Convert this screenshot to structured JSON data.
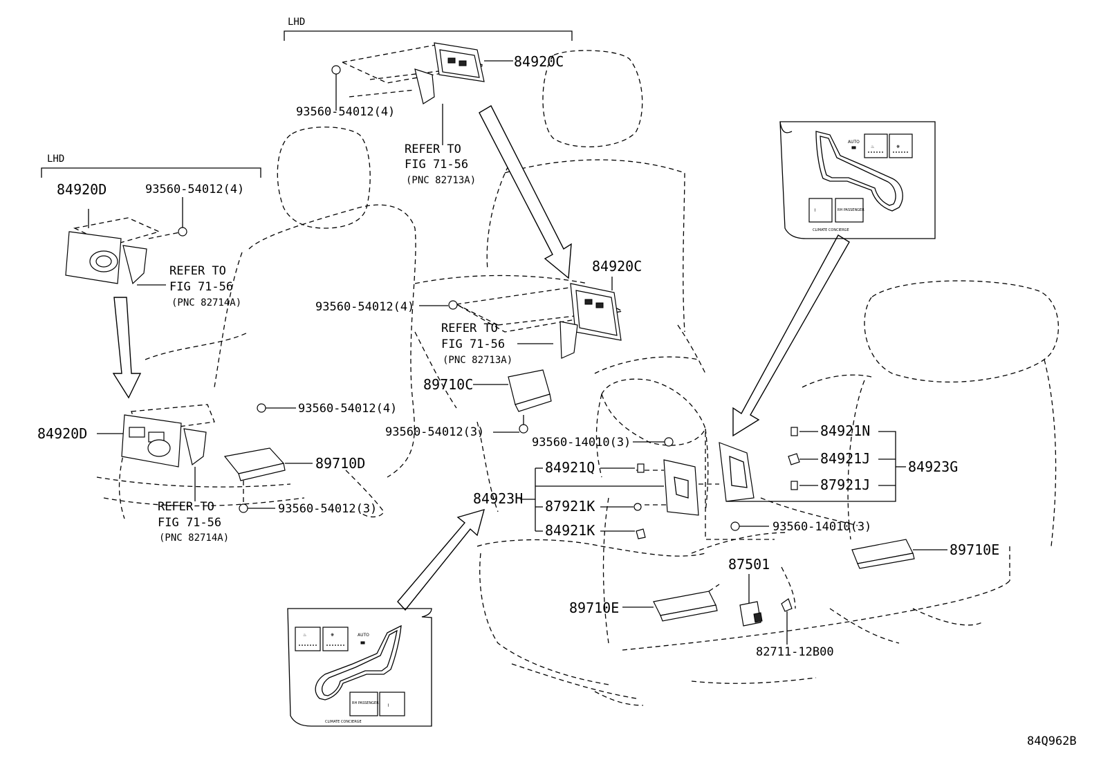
{
  "diagram": {
    "groups": {
      "top_lhd": "LHD",
      "left_lhd": "LHD"
    },
    "labels": {
      "p84920C_top": "84920C",
      "bolt_top": "93560-54012(4)",
      "refer_top_1": "REFER TO",
      "refer_top_2": "FIG 71-56",
      "refer_top_3": "(PNC 82713A)",
      "p84920D_left": "84920D",
      "bolt_left_top": "93560-54012(4)",
      "refer_left_1": "REFER TO",
      "refer_left_2": "FIG 71-56",
      "refer_left_3": "(PNC 82714A)",
      "p84920C_mid": "84920C",
      "bolt_mid": "93560-54012(4)",
      "refer_mid_1": "REFER TO",
      "refer_mid_2": "FIG 71-56",
      "refer_mid_3": "(PNC 82713A)",
      "p89710C": "89710C",
      "bolt_mid_3": "93560-54012(3)",
      "bolt_left_mid": "93560-54012(4)",
      "p84920D_mid": "84920D",
      "p89710D": "89710D",
      "bolt_left_low": "93560-54012(3)",
      "refer_low_1": "REFER TO",
      "refer_low_2": "FIG 71-56",
      "refer_low_3": "(PNC 82714A)",
      "bolt_14010_top": "93560-14010(3)",
      "p84921N": "84921N",
      "p84921J": "84921J",
      "p84923G": "84923G",
      "p87921J": "87921J",
      "p84921Q": "84921Q",
      "p84923H": "84923H",
      "p87921K": "87921K",
      "p84921K": "84921K",
      "bolt_14010_low": "93560-14010(3)",
      "p89710E_right": "89710E",
      "p87501": "87501",
      "p89710E_mid": "89710E",
      "p82711": "82711-12B00",
      "ref_code": "84Q962B"
    },
    "panel_text": {
      "auto": "AUTO",
      "rh_passenger": "RH PASSENGER",
      "climate_concierge": "CLIMATE CONCIERGE"
    }
  }
}
